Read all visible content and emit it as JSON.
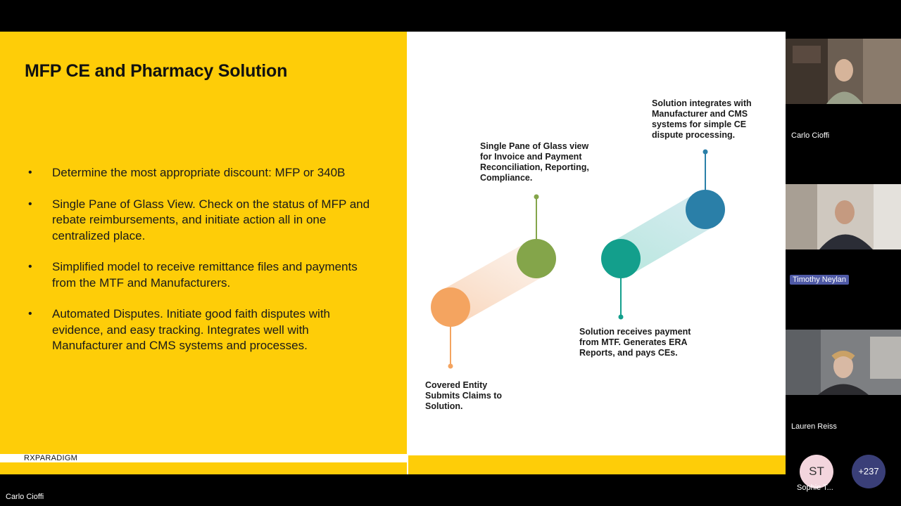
{
  "slide": {
    "title": "MFP CE and Pharmacy Solution",
    "bullets": [
      "Determine the most appropriate discount: MFP or 340B",
      "Single Pane of Glass View. Check on the status of MFP and rebate reimbursements, and initiate action all in one centralized place.",
      "Simplified model to receive remittance files and payments from the MTF and Manufacturers.",
      "Automated Disputes. Initiate good faith disputes with evidence, and easy tracking. Integrates well with Manufacturer and CMS systems and processes."
    ],
    "brand": "RXPARADIGM",
    "steps": [
      {
        "text": "Covered Entity Submits Claims to Solution.",
        "color": "#f4a460"
      },
      {
        "text": "Single Pane of Glass view for Invoice and Payment Reconciliation, Reporting, Compliance.",
        "color": "#84a54a"
      },
      {
        "text": "Solution receives payment from MTF. Generates ERA Reports, and pays CEs.",
        "color": "#139f8c"
      },
      {
        "text": "Solution integrates with Manufacturer and CMS systems for simple CE dispute processing.",
        "color": "#2a7fa8"
      }
    ]
  },
  "participants": [
    {
      "name": "Carlo Cioffi",
      "speaking": false
    },
    {
      "name": "Timothy Neylan",
      "speaking": true
    },
    {
      "name": "Lauren Reiss",
      "speaking": false
    }
  ],
  "overflow": {
    "initials": "ST",
    "name": "Sophie T...",
    "more_count": "+237"
  },
  "presenter_label": "Carlo Cioffi"
}
